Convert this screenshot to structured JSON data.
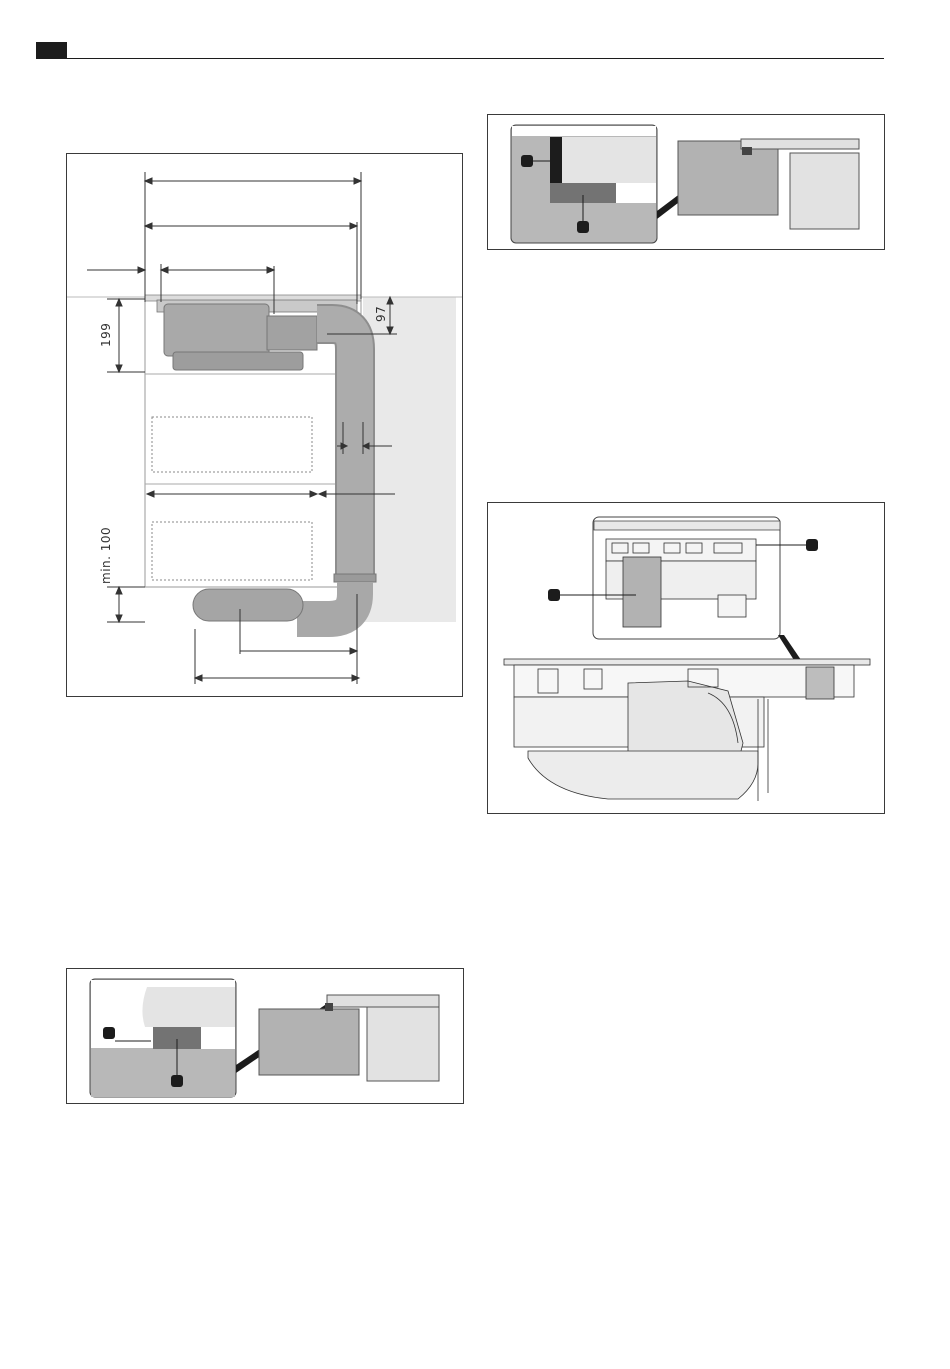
{
  "figure_main": {
    "dimension_height_upper": "199",
    "dimension_depth": "97",
    "dimension_min_clearance": "min. 100"
  },
  "colors": {
    "duct_gray": "#a8a8a8",
    "panel_gray": "#bdbdbd",
    "light_gray": "#e6e6e6",
    "callout_black": "#1c1c1c"
  }
}
